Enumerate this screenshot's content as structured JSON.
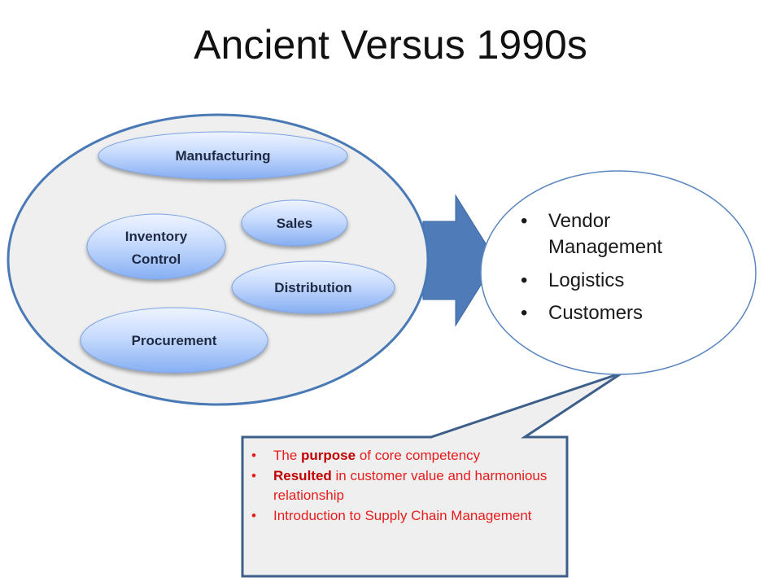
{
  "slide": {
    "title": "Ancient Versus 1990s"
  },
  "left_group": {
    "pills": [
      {
        "label": "Manufacturing"
      },
      {
        "label": "Sales"
      },
      {
        "label_line1": "Inventory",
        "label_line2": "Control"
      },
      {
        "label": "Distribution"
      },
      {
        "label": "Procurement"
      }
    ]
  },
  "right_group": {
    "items": [
      {
        "bullet": "•",
        "text": "Vendor Management"
      },
      {
        "bullet": "•",
        "text": "Logistics"
      },
      {
        "bullet": "•",
        "text": "Customers"
      }
    ]
  },
  "callout": {
    "items": [
      {
        "bullet": "•",
        "pre": "The ",
        "bold": "purpose",
        "post": " of core competency"
      },
      {
        "bullet": "•",
        "pre": "",
        "bold": "Resulted",
        "post": " in customer value and harmonious relationship"
      },
      {
        "bullet": "•",
        "pre": "",
        "bold": "",
        "post": "Introduction to Supply Chain Management"
      }
    ]
  },
  "colors": {
    "big_ellipse_fill": "#efefef",
    "big_ellipse_stroke": "#4a7ab6",
    "arrow_fill": "#4f7cb8",
    "pill_light": "#dde9ff",
    "pill_dark": "#8fb3f2",
    "callout_text": "#e81c1c",
    "callout_stroke": "#3d5f8a"
  }
}
